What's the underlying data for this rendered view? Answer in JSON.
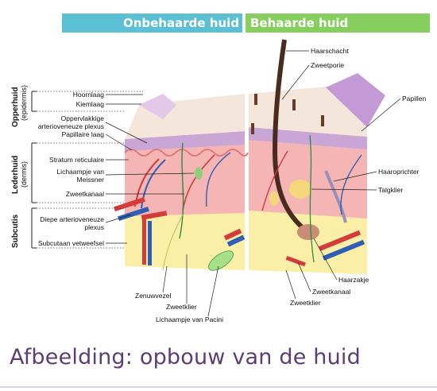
{
  "header": {
    "left_title": "Onbehaarde huid",
    "right_title": "Behaarde huid"
  },
  "layers": {
    "epidermis_title": "Opperhuid",
    "epidermis_sub": "(epidermis)",
    "dermis_title": "Lederhuid",
    "dermis_sub": "(dermis)",
    "subcutis_title": "Subcutis"
  },
  "labels_left": {
    "hoornlaag": "Hoornlaag",
    "kiemlaag": "Kiemlaag",
    "plexus_1": "Oppervlakkige",
    "plexus_2": "arterioveneuze plexus",
    "papillaire": "Papillaire laag",
    "reticulaire": "Stratum reticulaire",
    "meissner_1": "Lichaampje van",
    "meissner_2": "Meissner",
    "zweetkanaal": "Zweetkanaal",
    "diepe_1": "Diepe arterioveneuze",
    "diepe_2": "plexus",
    "vetweefsel": "Subcutaan vetweefsel"
  },
  "labels_bottom": {
    "zenuwvezel": "Zenuwvezel",
    "zweetklier": "Zweetklier",
    "pacini": "Lichaampje van Pacini"
  },
  "labels_right": {
    "haarschacht": "Haarschacht",
    "zweetporie": "Zweetporie",
    "papillen": "Papillen",
    "haaroprichter": "Haaroprichter",
    "talgklier": "Talgklier",
    "haarzakje": "Haarzakje",
    "zweetkanaal": "Zweetkanaal",
    "zweetklier": "Zweetklier"
  },
  "caption": "Afbeelding: opbouw van de huid",
  "colors": {
    "banner_left": "#5cc0d4",
    "banner_right": "#86cf5e",
    "caption": "#5b3d77"
  }
}
